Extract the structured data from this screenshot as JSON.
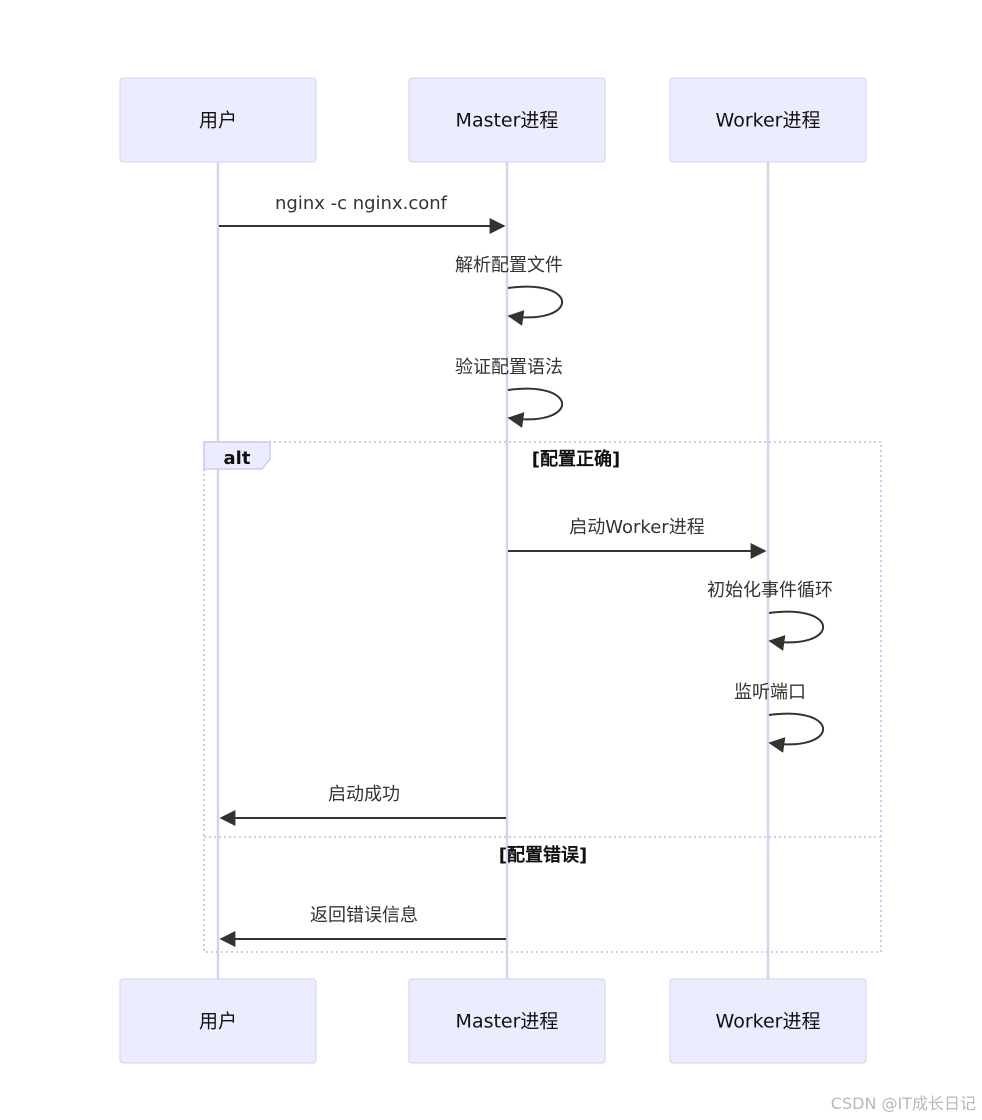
{
  "actors": [
    {
      "id": "user",
      "label": "用户"
    },
    {
      "id": "master",
      "label": "Master进程"
    },
    {
      "id": "worker",
      "label": "Worker进程"
    }
  ],
  "messages": [
    {
      "from": "user",
      "to": "master",
      "label": "nginx -c nginx.conf"
    },
    {
      "from": "master",
      "to": "master",
      "label": "解析配置文件"
    },
    {
      "from": "master",
      "to": "master",
      "label": "验证配置语法"
    },
    {
      "from": "master",
      "to": "worker",
      "label": "启动Worker进程"
    },
    {
      "from": "worker",
      "to": "worker",
      "label": "初始化事件循环"
    },
    {
      "from": "worker",
      "to": "worker",
      "label": "监听端口"
    },
    {
      "from": "master",
      "to": "user",
      "label": "启动成功"
    },
    {
      "from": "master",
      "to": "user",
      "label": "返回错误信息"
    }
  ],
  "alt_frame": {
    "label": "alt",
    "conditions": [
      "[配置正确]",
      "[配置错误]"
    ]
  },
  "watermark": "CSDN @IT成长日记"
}
